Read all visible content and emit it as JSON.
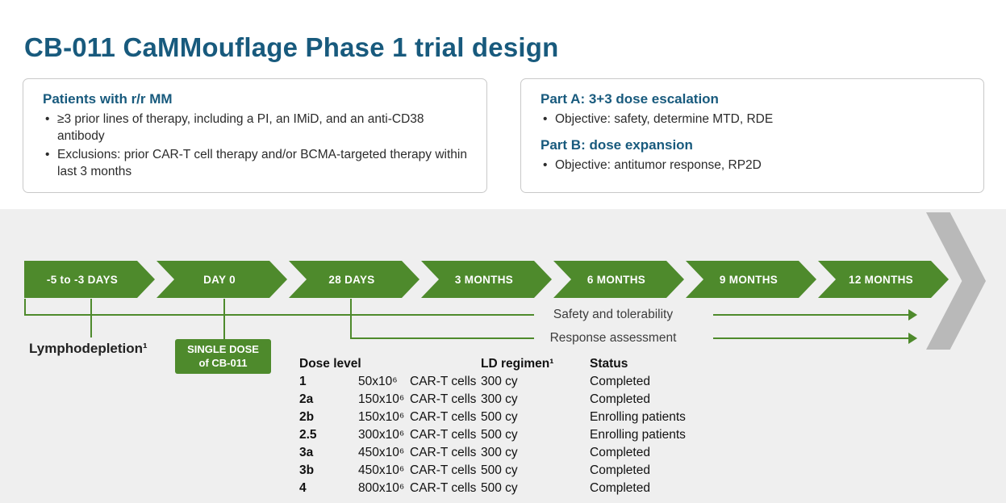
{
  "colors": {
    "teal": "#185a7d",
    "green": "#4e8a2c",
    "band": "#efefef",
    "graychev": "#b9b9b9"
  },
  "header": {
    "title": "CB-011 CaMMouflage Phase 1 trial design"
  },
  "patients_box": {
    "heading": "Patients with r/r MM",
    "bullets": [
      "≥3 prior lines of therapy, including a PI, an IMiD, and an anti-CD38 antibody",
      "Exclusions: prior CAR-T cell therapy and/or BCMA-targeted therapy within last 3 months"
    ]
  },
  "parts_box": {
    "part_a_heading": "Part A: 3+3 dose escalation",
    "part_a_bullets": [
      "Objective: safety, determine MTD, RDE"
    ],
    "part_b_heading": "Part B: dose expansion",
    "part_b_bullets": [
      "Objective: antitumor response, RP2D"
    ]
  },
  "timeline": {
    "segments": [
      "-5 to -3 DAYS",
      "DAY 0",
      "28 DAYS",
      "3 MONTHS",
      "6 MONTHS",
      "9 MONTHS",
      "12 MONTHS"
    ],
    "tracks": {
      "safety": "Safety and tolerability",
      "response": "Response assessment"
    },
    "lymphodepletion_label": "Lymphodepletion¹",
    "single_dose": {
      "line1": "SINGLE DOSE",
      "line2": "of CB-011"
    }
  },
  "dose_table": {
    "headers": {
      "dose_level": "Dose level",
      "ld_regimen": "LD regimen¹",
      "status": "Status"
    },
    "rows": [
      {
        "level": "1",
        "amount": "50x10⁶",
        "cells": "CAR-T cells",
        "ld": "300 cy",
        "status": "Completed"
      },
      {
        "level": "2a",
        "amount": "150x10⁶",
        "cells": "CAR-T cells",
        "ld": "300 cy",
        "status": "Completed"
      },
      {
        "level": "2b",
        "amount": "150x10⁶",
        "cells": "CAR-T cells",
        "ld": "500 cy",
        "status": "Enrolling patients"
      },
      {
        "level": "2.5",
        "amount": "300x10⁶",
        "cells": "CAR-T cells",
        "ld": "500 cy",
        "status": "Enrolling patients"
      },
      {
        "level": "3a",
        "amount": "450x10⁶",
        "cells": "CAR-T cells",
        "ld": "300 cy",
        "status": "Completed"
      },
      {
        "level": "3b",
        "amount": "450x10⁶",
        "cells": "CAR-T cells",
        "ld": "500 cy",
        "status": "Completed"
      },
      {
        "level": "4",
        "amount": "800x10⁶",
        "cells": "CAR-T cells",
        "ld": "500 cy",
        "status": "Completed"
      }
    ]
  }
}
